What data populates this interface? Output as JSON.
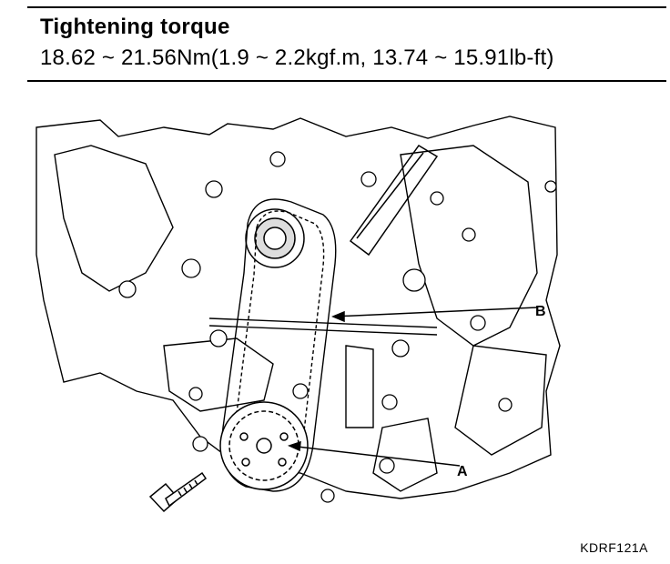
{
  "header": {
    "title": "Tightening torque",
    "spec": "18.62 ~ 21.56Nm(1.9 ~ 2.2kgf.m, 13.74 ~ 15.91lb-ft)"
  },
  "diagram": {
    "callout_a": "A",
    "callout_b": "B"
  },
  "figure_code": "KDRF121A"
}
